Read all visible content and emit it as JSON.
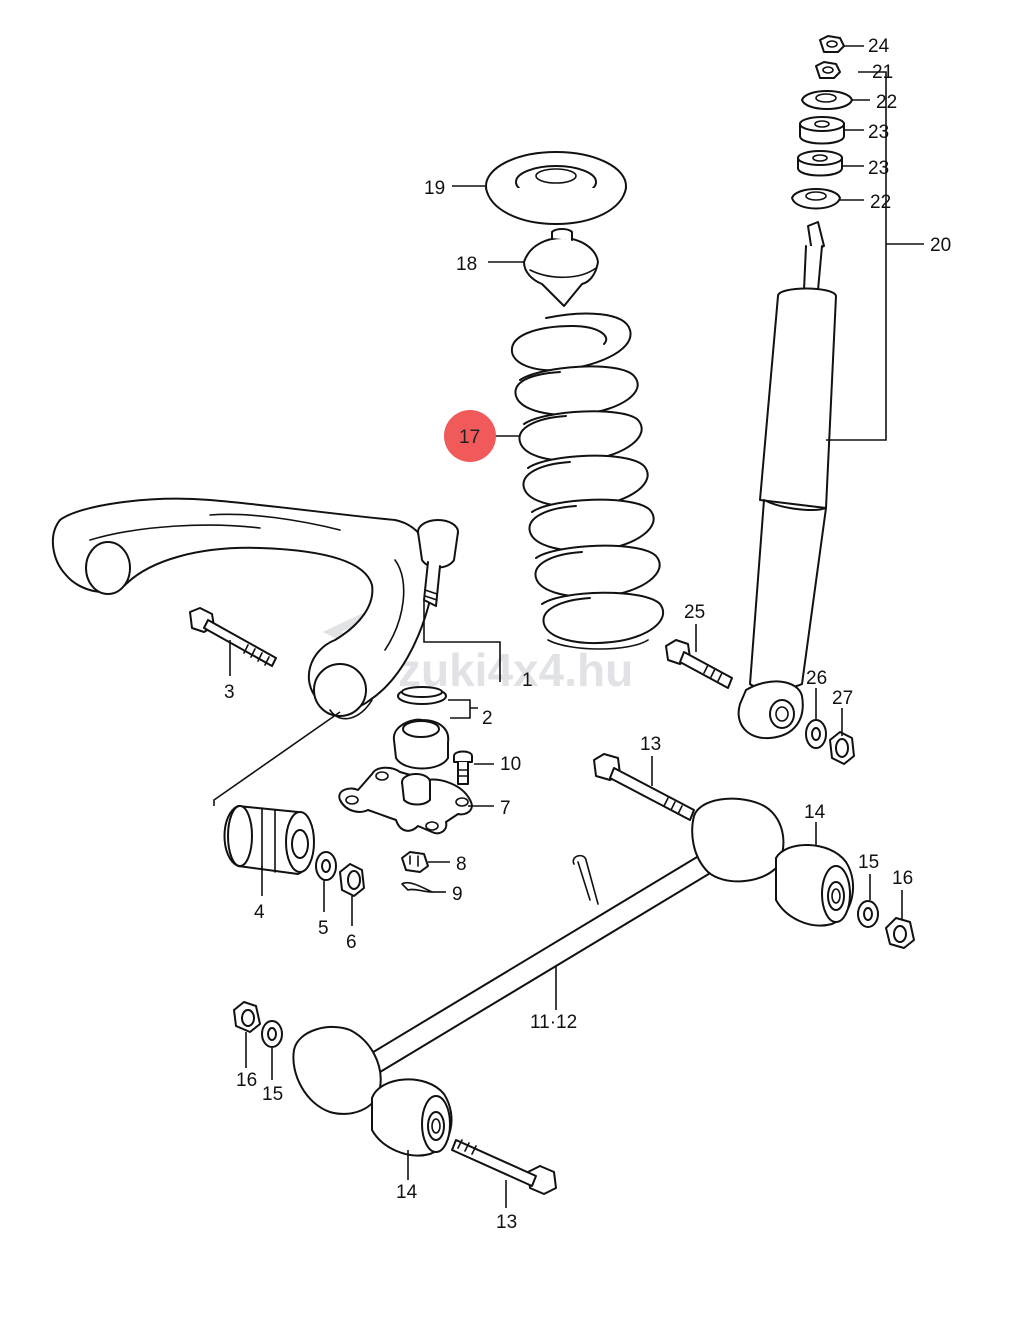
{
  "watermark": {
    "text": "zuki4x4.hu"
  },
  "highlight_color": "#f05a5a",
  "callouts": {
    "c1": "1",
    "c2": "2",
    "c3": "3",
    "c4": "4",
    "c5": "5",
    "c6": "6",
    "c7": "7",
    "c8": "8",
    "c9": "9",
    "c10": "10",
    "c11_12": "11·12",
    "c13a": "13",
    "c13b": "13",
    "c14a": "14",
    "c14b": "14",
    "c15a": "15",
    "c15b": "15",
    "c16a": "16",
    "c16b": "16",
    "c17": "17",
    "c18": "18",
    "c19": "19",
    "c20": "20",
    "c21": "21",
    "c22a": "22",
    "c22b": "22",
    "c23a": "23",
    "c23b": "23",
    "c24": "24",
    "c25": "25",
    "c26": "26",
    "c27": "27"
  }
}
